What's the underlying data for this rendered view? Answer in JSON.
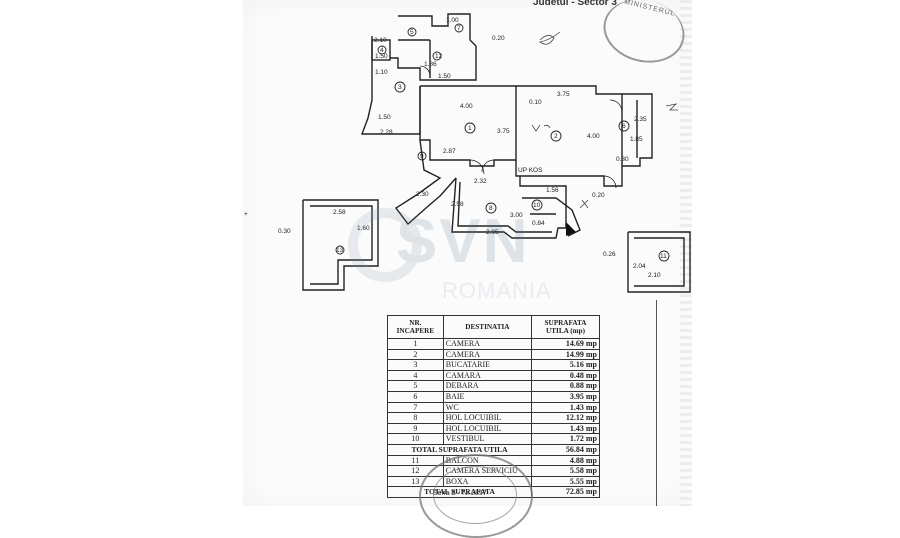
{
  "header": {
    "title": "Judetul - Sector 3"
  },
  "watermark": {
    "brand": "SVN",
    "subtitle": "ROMANIA"
  },
  "plan": {
    "dimensions": [
      "1.00",
      "0.20",
      "1.50",
      "1.86",
      "1.50",
      "1.10",
      "2.10",
      "1.50",
      "4.00",
      "3.75",
      "0.10",
      "3.75",
      "2.35",
      "1.85",
      "4.00",
      "0.30",
      "2.28",
      "2.87",
      "2.32",
      "2.58",
      "3.00",
      "1.56",
      "0.20",
      "2.95",
      "0.84",
      "2.30",
      "2.58",
      "0.30",
      "0.26",
      "2.04",
      "2.10",
      "1.60"
    ],
    "rooms": [
      "1",
      "2",
      "3",
      "4",
      "5",
      "6",
      "7",
      "8",
      "9",
      "10",
      "11",
      "12",
      "13"
    ],
    "note": "UP KOS"
  },
  "table": {
    "headers": {
      "nr": "NR. INCAPERE",
      "dest": "DESTINATIA",
      "area": "SUPRAFATA UTILA (mp)"
    },
    "rows": [
      {
        "nr": "1",
        "dest": "CAMERA",
        "area": "14.69 mp"
      },
      {
        "nr": "2",
        "dest": "CAMERA",
        "area": "14.99 mp"
      },
      {
        "nr": "3",
        "dest": "BUCATARIE",
        "area": "5.16 mp"
      },
      {
        "nr": "4",
        "dest": "CAMARA",
        "area": "0.48 mp"
      },
      {
        "nr": "5",
        "dest": "DEBARA",
        "area": "0.88 mp"
      },
      {
        "nr": "6",
        "dest": "BAIE",
        "area": "3.95 mp"
      },
      {
        "nr": "7",
        "dest": "WC",
        "area": "1.43 mp"
      },
      {
        "nr": "8",
        "dest": "HOL LOCUIBIL",
        "area": "12.12 mp"
      },
      {
        "nr": "9",
        "dest": "HOL LOCUIBIL",
        "area": "1.43 mp"
      },
      {
        "nr": "10",
        "dest": "VESTIBUL",
        "area": "1.72 mp"
      }
    ],
    "total_label": "TOTAL SUPRAFATA UTILA",
    "total_value": "56.84 mp",
    "extra_rows": [
      {
        "nr": "11",
        "dest": "BALCON",
        "area": "4.88 mp"
      },
      {
        "nr": "12",
        "dest": "CAMERA SERVICIU",
        "area": "5.58 mp"
      },
      {
        "nr": "13",
        "dest": "BOXA",
        "area": "5.55 mp"
      }
    ],
    "grand_total_label": "TOTAL SUPRAFATA",
    "grand_total_value": "72.85 mp"
  },
  "stamp": {
    "series": "Seria B - Nr.2857"
  }
}
